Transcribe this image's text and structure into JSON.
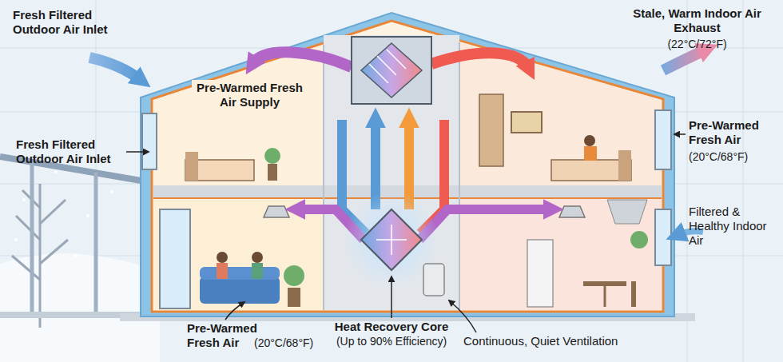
{
  "diagram": {
    "labels": [
      "Fresh Filtered Outdoor Air Inlet",
      "Stale, Warm Indoor Air Exhaust",
      "(22°C/72°F)",
      "Pre-Warmed Fresh Air Supply",
      "Fresh Filtered Outdoor Air Inlet",
      "Pre-Warmed Fresh Air",
      "(20°C/68°F)",
      "Filtered & Healthy Indoor Air",
      "Pre-Warmed Fresh Air",
      "(20°C/68°F)",
      "Heat Recovery Core",
      "(Up to 90% Efficiency)",
      "Continuous, Quiet Ventilation"
    ]
  }
}
